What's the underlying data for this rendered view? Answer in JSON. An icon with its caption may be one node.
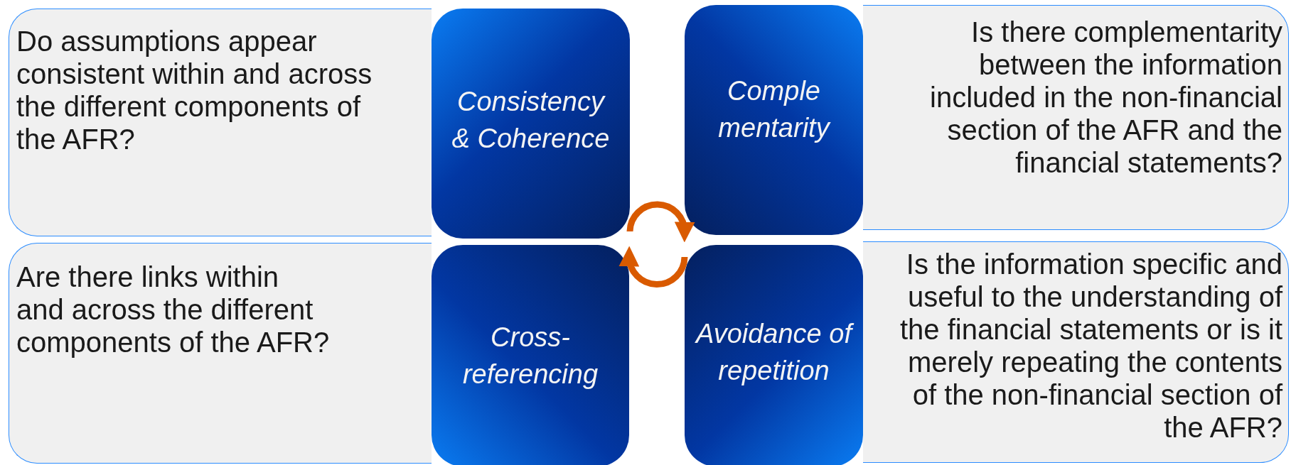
{
  "diagram": {
    "nodes": [
      {
        "text": [
          "Do assumptions appear consistent within and across the different components of the AFR?"
        ]
      },
      {
        "text": [
          "Consistency & Coherence"
        ]
      },
      {
        "text": [
          "Comple mentarity"
        ]
      },
      {
        "text": [
          "Is there complementarity between the information included in the non-financial section of the AFR and the financial statements?"
        ]
      },
      {
        "text": [
          "Are there links within and across the different components of the AFR?"
        ]
      },
      {
        "text": [
          "Cross- referencing"
        ]
      },
      {
        "text": [
          "Avoidance of repetition"
        ]
      },
      {
        "text": [
          "Is the information specific and useful to the understanding of the financial statements or is it merely repeating the contents of the non-financial section of the AFR?"
        ]
      }
    ],
    "edges": [
      {
        "from": 1,
        "to": 2,
        "arrow": "to"
      },
      {
        "from": 6,
        "to": 5,
        "arrow": "to"
      }
    ]
  }
}
